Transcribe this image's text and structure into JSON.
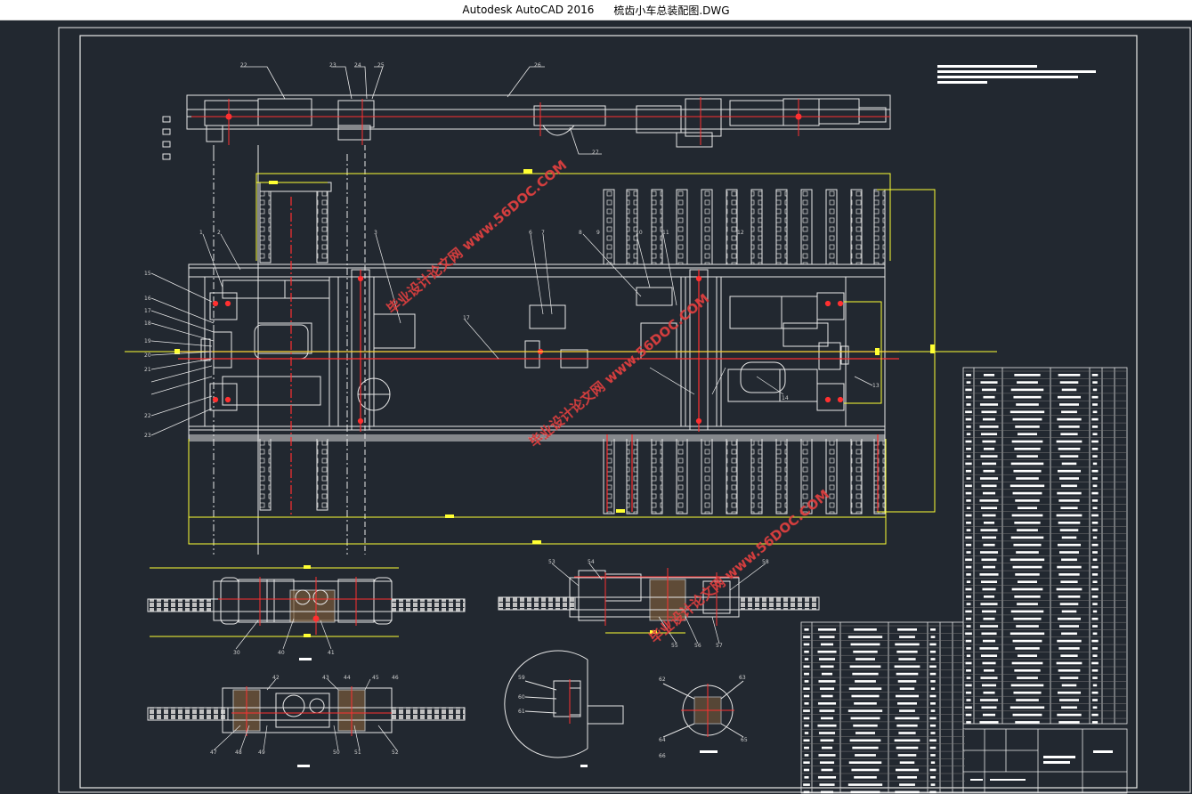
{
  "window": {
    "app_name": "Autodesk AutoCAD 2016",
    "file_name": "梳齿小车总装配图.DWG"
  },
  "drawing": {
    "watermark": "毕业设计论文网 www.56DOC.COM",
    "colors": {
      "background": "#222830",
      "line": "#e8e8e8",
      "center_line": "#ff3030",
      "dimension": "#ffff33"
    },
    "balloons_top": [
      "22",
      "23",
      "24",
      "25",
      "26",
      "27"
    ],
    "balloons_left": [
      "1",
      "2",
      "15",
      "16",
      "17",
      "18",
      "19",
      "20",
      "21",
      "22",
      "23"
    ],
    "balloons_plan": [
      "3",
      "6",
      "7",
      "8",
      "9",
      "10",
      "11",
      "12",
      "13",
      "14",
      "17"
    ],
    "balloons_section": [
      "30",
      "40",
      "41",
      "42",
      "43",
      "44",
      "45",
      "46",
      "47",
      "48",
      "49",
      "50",
      "51",
      "52",
      "53",
      "54",
      "55",
      "56",
      "57",
      "58",
      "59",
      "60",
      "61",
      "62",
      "63",
      "64",
      "65",
      "66"
    ]
  }
}
